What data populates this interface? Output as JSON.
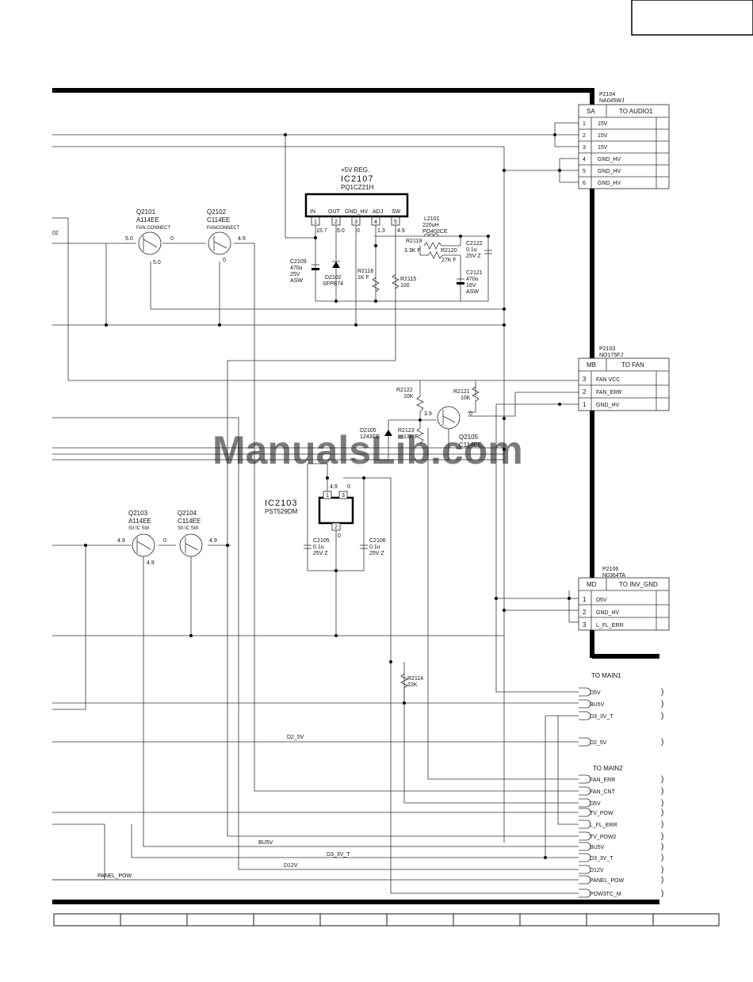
{
  "watermark": "ManualsLib.com",
  "left_edge_label": "02",
  "ic2107": {
    "sub": "+5V REG.",
    "ref": "IC2107",
    "part": "PQ1CZ21H",
    "pins": [
      {
        "no": "1",
        "name": "IN",
        "v": "15.7"
      },
      {
        "no": "2",
        "name": "OUT",
        "v": "5.0"
      },
      {
        "no": "3",
        "name": "GND_HV",
        "v": "0"
      },
      {
        "no": "4",
        "name": "ADJ",
        "v": "1.3"
      },
      {
        "no": "5",
        "name": "SW",
        "v": "4.9"
      }
    ]
  },
  "ic2103": {
    "ref": "IC2103",
    "part": "PST529DM",
    "pins": [
      "1",
      "3",
      "2"
    ],
    "v1": "4.9",
    "v3": "0",
    "v2": "0"
  },
  "q2101": {
    "ref": "Q2101",
    "part": "A114EE",
    "func": "FAN CONNECT",
    "v_in": "5.0",
    "v_out": "0",
    "v_b": "5.0"
  },
  "q2102": {
    "ref": "Q2102",
    "part": "C114EE",
    "func": "FANCONNECT",
    "v_out": "4.9",
    "v_b": "0"
  },
  "q2103": {
    "ref": "Q2103",
    "part": "A114EE",
    "func": "SII IC SW",
    "v_in": "4.9",
    "v_out": "0",
    "v_b": "4.9"
  },
  "q2104": {
    "ref": "Q2104",
    "part": "C114EE",
    "func": "SII IC SW",
    "v_out": "4.9"
  },
  "q2105": {
    "ref": "Q2105",
    "part": "C114EE",
    "v_b": "3.9",
    "v_e": "0"
  },
  "d2102": {
    "ref": "D2102",
    "part": "SFPB74"
  },
  "d2105": {
    "ref": "D2105",
    "part": "1243CE"
  },
  "l2101": {
    "ref": "L2101",
    "val": "220uH",
    "part": "PO402CE"
  },
  "c2109": {
    "ref": "C2109",
    "val": [
      "470u",
      "25V",
      "ASW"
    ]
  },
  "c2122": {
    "ref": "C2122",
    "val": [
      "0.1u",
      "25V Z"
    ]
  },
  "c2121": {
    "ref": "C2121",
    "val": [
      "470u",
      "16V",
      "ASW"
    ]
  },
  "c2105": {
    "ref": "C2105",
    "val": [
      "0.1u",
      "25V Z"
    ]
  },
  "c2106": {
    "ref": "C2106",
    "val": [
      "0.1u",
      "25V Z"
    ]
  },
  "r2119": {
    "ref": "R2119",
    "val": "3.3K F"
  },
  "r2120": {
    "ref": "R2120",
    "val": "27K F"
  },
  "r2118": {
    "ref": "R2118",
    "val": "1K F"
  },
  "r2115": {
    "ref": "R2115",
    "val": "100"
  },
  "r2122": {
    "ref": "R2122",
    "val": "10K"
  },
  "r2121": {
    "ref": "R2121",
    "val": "10K"
  },
  "r2123": {
    "ref": "R2123",
    "val": "13K F"
  },
  "r2114": {
    "ref": "R2114",
    "val": "22K"
  },
  "p2104": {
    "ref": "P2104",
    "part": "NA045WJ",
    "code": "SA",
    "dest": "TO AUDIO1",
    "pins": [
      {
        "no": "1",
        "sig": "15V"
      },
      {
        "no": "2",
        "sig": "15V"
      },
      {
        "no": "3",
        "sig": "15V"
      },
      {
        "no": "4",
        "sig": "GND_HV"
      },
      {
        "no": "5",
        "sig": "GND_HV"
      },
      {
        "no": "6",
        "sig": "GND_HV"
      }
    ]
  },
  "p2103": {
    "ref": "P2103",
    "part": "NO175FJ",
    "code": "MB",
    "dest": "TO FAN",
    "pins": [
      {
        "no": "3",
        "sig": "FAN VCC"
      },
      {
        "no": "2",
        "sig": "FAN_ERR"
      },
      {
        "no": "1",
        "sig": "GND_HV"
      }
    ]
  },
  "p2106": {
    "ref": "P2106",
    "part": "N0364TA",
    "code": "MD",
    "dest": "TO INV_GND",
    "pins": [
      {
        "no": "1",
        "sig": "D5V"
      },
      {
        "no": "2",
        "sig": "GND_HV"
      },
      {
        "no": "3",
        "sig": "L_FL_ERR"
      }
    ]
  },
  "main1": {
    "title": "TO MAIN1",
    "labels": [
      "D5V",
      "BU5V",
      "D3_3V_T",
      "D2_5V"
    ]
  },
  "main2": {
    "title": "TO MAIN2",
    "labels": [
      "FAN_ERR",
      "FAN_CNT",
      "D5V",
      "TV_POW",
      "L_FL_ERR",
      "TV_POW2",
      "BU5V",
      "D3_3V_T",
      "D12V",
      "PANEL_POW",
      "POW3TC_M"
    ]
  },
  "net_labels": {
    "d2_5v": "D2_5V",
    "bu5v": "BU5V",
    "d3_3v_t": "D3_3V_T",
    "d12v": "D12V",
    "panel_pow": "PANEL_POW"
  }
}
